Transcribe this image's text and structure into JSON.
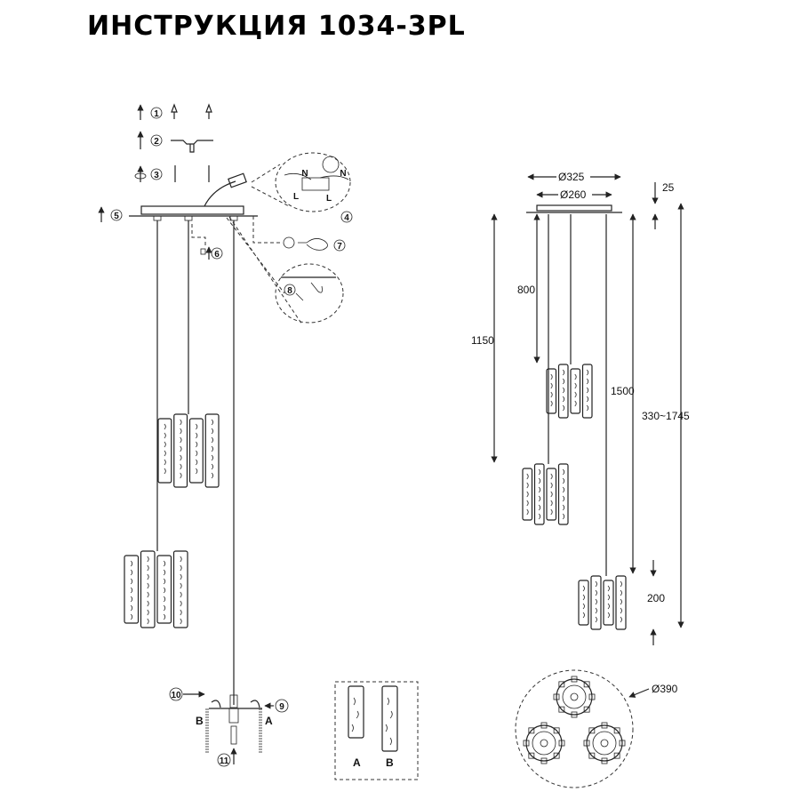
{
  "title": "ИНСТРУКЦИЯ 1034-3PL",
  "steps": [
    "1",
    "2",
    "3",
    "4",
    "5",
    "6",
    "7",
    "8",
    "9",
    "10",
    "11"
  ],
  "wiring_labels": {
    "n1": "N",
    "l1": "L",
    "n2": "N",
    "l2": "L"
  },
  "shade_types": {
    "left_a": "A",
    "left_b": "B",
    "box_a": "A",
    "box_b": "B"
  },
  "dimensions": {
    "canopy_outer": "Ø325",
    "canopy_inner": "Ø260",
    "canopy_height": "25",
    "short_drop": "800",
    "mid_drop": "1150",
    "long_drop": "1500",
    "total_height": "330~1745",
    "shade_height": "200",
    "overall_diameter": "Ø390"
  }
}
